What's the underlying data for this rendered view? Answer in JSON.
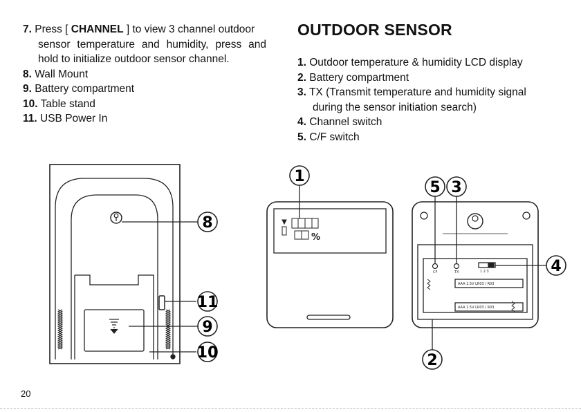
{
  "left_list": {
    "items": [
      {
        "num": "7.",
        "text_a": "Press [",
        "keyword": "CHANNEL",
        "text_b": "] to view 3 channel outdoor",
        "cont": "sensor temperature and humidity, press and hold to initialize outdoor sensor channel."
      },
      {
        "num": "8.",
        "text": "Wall Mount"
      },
      {
        "num": "9.",
        "text": "Battery compartment"
      },
      {
        "num": "10.",
        "text": "Table stand"
      },
      {
        "num": "11.",
        "text": "USB Power In"
      }
    ]
  },
  "section_title": "OUTDOOR SENSOR",
  "right_list": {
    "items": [
      {
        "num": "1.",
        "text": "Outdoor temperature & humidity LCD display"
      },
      {
        "num": "2.",
        "text": "Battery compartment"
      },
      {
        "num": "3.",
        "text": "TX (Transmit temperature and humidity signal",
        "cont": "during the sensor initiation search)"
      },
      {
        "num": "4.",
        "text": "Channel switch"
      },
      {
        "num": "5.",
        "text": "C/F switch"
      }
    ]
  },
  "callouts": {
    "c1": "1",
    "c2": "2",
    "c3": "3",
    "c4": "4",
    "c5": "5",
    "c8": "8",
    "c9": "9",
    "c10": "10",
    "c11": "11"
  },
  "sensor_labels": {
    "cf": "CF",
    "tx": "TX",
    "channels": "1  2  3",
    "battery_1": "AAA 1.5V LR03 / R03",
    "battery_2": "AAA 1.5V LR03 / R03",
    "lcd_percent": "%"
  },
  "page_number": "20"
}
